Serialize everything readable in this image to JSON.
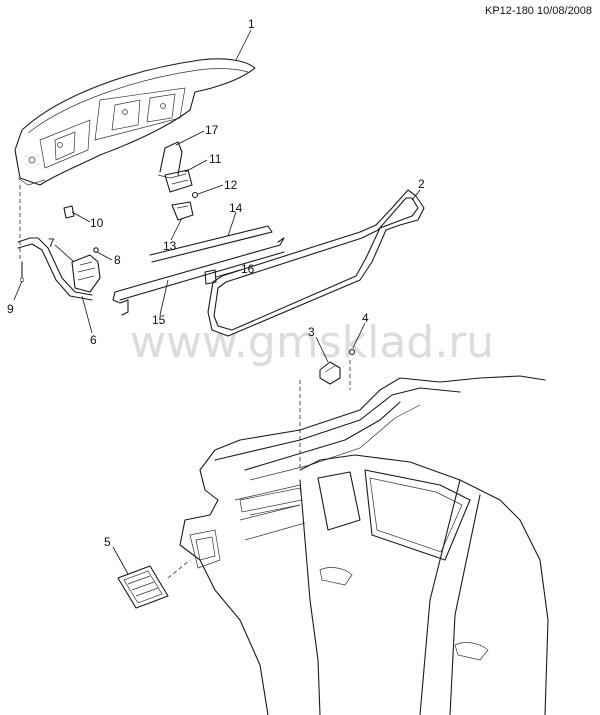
{
  "header": {
    "ref_code": "KP12-180 10/08/2008"
  },
  "watermark": {
    "text": "www.gmsklad.ru"
  },
  "callouts": [
    "1",
    "2",
    "3",
    "4",
    "5",
    "6",
    "7",
    "8",
    "9",
    "10",
    "11",
    "12",
    "13",
    "14",
    "15",
    "16",
    "17"
  ]
}
